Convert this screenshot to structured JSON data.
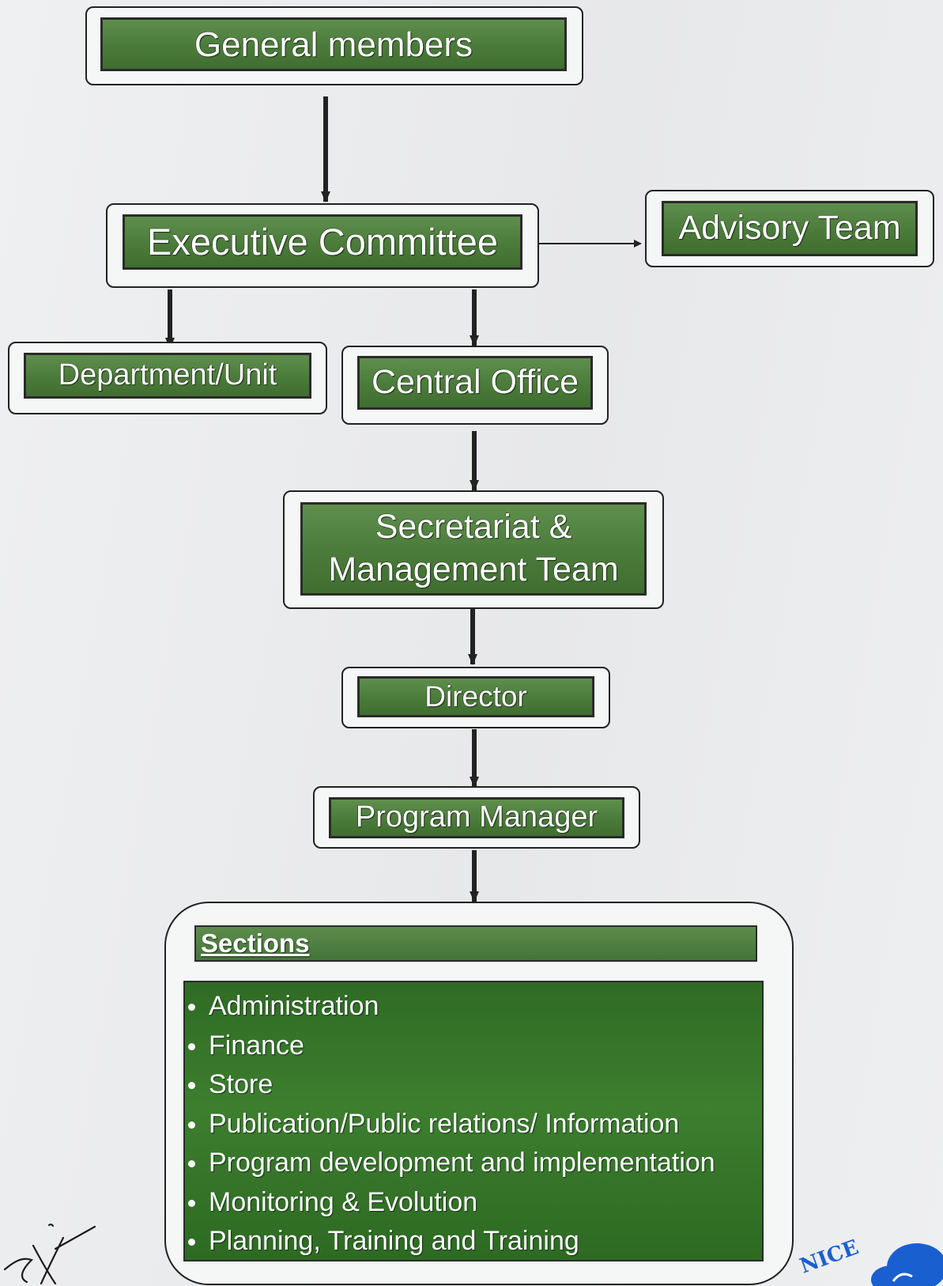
{
  "nodes": {
    "general_members": "General members",
    "executive_committee": "Executive Committee",
    "advisory_team": "Advisory Team",
    "department_unit": "Department/Unit",
    "central_office": "Central Office",
    "secretariat": "Secretariat & Management Team",
    "director": "Director",
    "program_manager": "Program Manager"
  },
  "sections": {
    "title": "Sections",
    "items": [
      "Administration",
      "Finance",
      "Store",
      "Publication/Public relations/ Information",
      "Program development and implementation",
      "Monitoring & Evolution",
      "Planning, Training and Training"
    ]
  },
  "logo": {
    "text": "NICE",
    "color": "#1a5fd0"
  },
  "colors": {
    "box_fill": "#4b7b3a",
    "sections_fill": "#2f6b24",
    "connector": "#222222"
  }
}
